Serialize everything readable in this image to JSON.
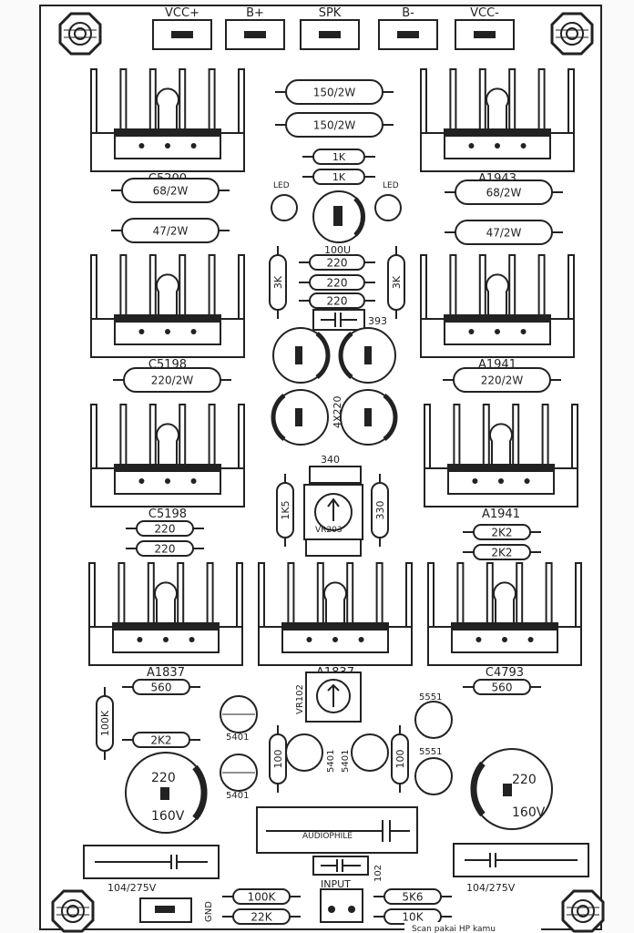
{
  "header_connectors": [
    "VCC+",
    "B+",
    "SPK",
    "B-",
    "VCC-"
  ],
  "heatsink_labels": {
    "row1_left": "C5200",
    "row1_right": "A1943",
    "row2_left": "C5198",
    "row2_right": "A1941",
    "row3_left": "C5198",
    "row3_right": "A1941",
    "row4_left": "A1837",
    "row4_mid": "A1837",
    "row4_right": "C4793"
  },
  "resistors": {
    "r150a": "150/2W",
    "r150b": "150/2W",
    "r1ka": "1K",
    "r1kb": "1K",
    "r68l": "68/2W",
    "r68r": "68/2W",
    "r47l": "47/2W",
    "r47r": "47/2W",
    "r220a": "220",
    "r220b": "220",
    "r220c": "220",
    "r3k_l": "3K",
    "r3k_r": "3K",
    "r220_2wl": "220/2W",
    "r220_2wr": "220/2W",
    "r1k5": "1K5",
    "r330": "330",
    "r220d": "220",
    "r220e": "220",
    "r2k2a": "2K2",
    "r2k2b": "2K2",
    "r560l": "560",
    "r560r": "560",
    "r100k_v": "100K",
    "r2k2c": "2K2",
    "r100l": "100",
    "r100r": "100",
    "r100k_b": "100K",
    "r22k": "22K",
    "r5k6": "5K6",
    "r10k": "10K"
  },
  "capacitors": {
    "c100u": "100U",
    "c393": "393",
    "c4x220": "4X220",
    "c340": "340",
    "c220_l_top": "220",
    "c220_l_bot": "160V",
    "c220_r_top": "220",
    "c220_r_bot": "160V",
    "c104_l": "104/275V",
    "c104_r": "104/275V",
    "c102": "102"
  },
  "misc": {
    "led_l": "LED",
    "led_r": "LED",
    "vr203": "VR203",
    "vr102": "VR102",
    "t5401a": "5401",
    "t5401b": "5401",
    "t5401c": "5401",
    "t5401d": "5401",
    "t5551a": "5551",
    "t5551b": "5551",
    "audiophile": "AUDIOPHILE",
    "input": "INPUT",
    "gnd": "GND",
    "footer_note": "Scan pakai HP kamu"
  }
}
